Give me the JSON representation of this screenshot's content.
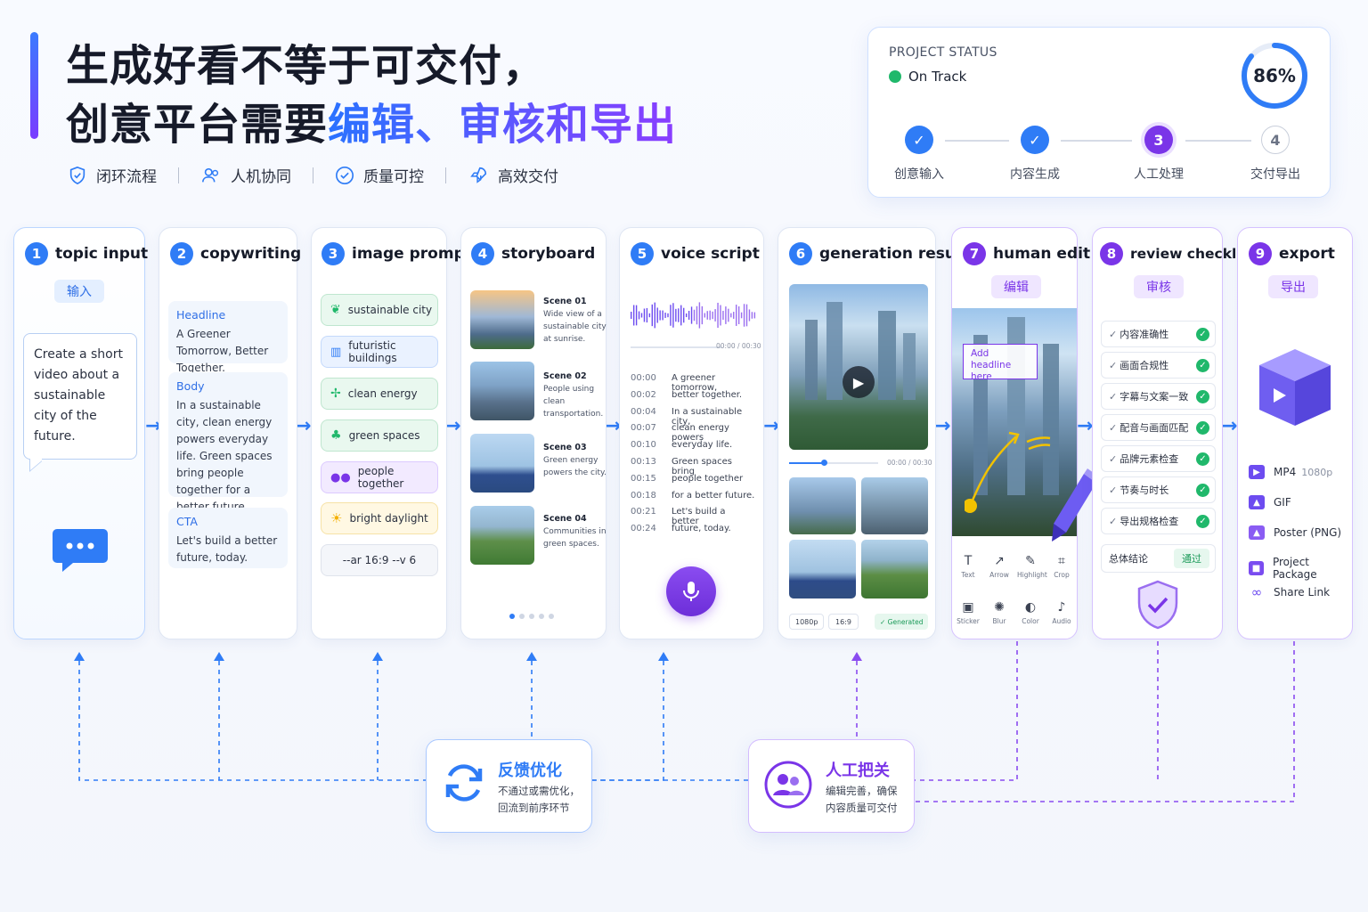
{
  "title": {
    "line1": "生成好看不等于可交付，",
    "line2_plain": "创意平台需要",
    "line2_highlight": "编辑、审核和导出"
  },
  "tags": [
    {
      "label": "闭环流程",
      "icon": "shield-check-icon"
    },
    {
      "label": "人机协同",
      "icon": "users-icon"
    },
    {
      "label": "质量可控",
      "icon": "check-circle-icon"
    },
    {
      "label": "高效交付",
      "icon": "rocket-icon"
    }
  ],
  "status": {
    "label": "PROJECT STATUS",
    "state": "On Track",
    "progress_text": "86%",
    "progress": 0.86,
    "steps": [
      {
        "num": "1",
        "label": "创意输入",
        "state": "done"
      },
      {
        "num": "2",
        "label": "内容生成",
        "state": "done"
      },
      {
        "num": "3",
        "label": "人工处理",
        "state": "current"
      },
      {
        "num": "4",
        "label": "交付导出",
        "state": "todo"
      }
    ]
  },
  "cards": {
    "topic": {
      "num": "1",
      "title": "topic input",
      "sub": "输入",
      "prompt": "Create a short video about a sustainable city of the future."
    },
    "copy": {
      "num": "2",
      "title": "copywriting",
      "headline_label": "Headline",
      "headline": "A Greener Tomorrow, Better Together.",
      "body_label": "Body",
      "body": "In a sustainable city, clean energy powers everyday life. Green spaces bring people together for a better future.",
      "cta_label": "CTA",
      "cta": "Let's build a better future, today."
    },
    "image": {
      "num": "3",
      "title": "image prompt",
      "pills": [
        "sustainable city",
        "futuristic buildings",
        "clean energy",
        "green spaces",
        "people together",
        "bright daylight"
      ],
      "params": "--ar 16:9 --v 6"
    },
    "story": {
      "num": "4",
      "title": "storyboard",
      "scenes": [
        {
          "title": "Scene 01",
          "desc": "Wide view of a sustainable city at sunrise."
        },
        {
          "title": "Scene 02",
          "desc": "People using clean transportation."
        },
        {
          "title": "Scene 03",
          "desc": "Green energy powers the city."
        },
        {
          "title": "Scene 04",
          "desc": "Communities in green spaces."
        }
      ]
    },
    "voice": {
      "num": "5",
      "title": "voice script",
      "time": "00:00 / 00:30",
      "lines": [
        {
          "t": "00:00",
          "text": "A greener tomorrow,"
        },
        {
          "t": "00:02",
          "text": "better together."
        },
        {
          "t": "00:04",
          "text": "In a sustainable city,"
        },
        {
          "t": "00:07",
          "text": "clean energy powers"
        },
        {
          "t": "00:10",
          "text": "everyday life."
        },
        {
          "t": "00:13",
          "text": "Green spaces bring"
        },
        {
          "t": "00:15",
          "text": "people together"
        },
        {
          "t": "00:18",
          "text": "for a better future."
        },
        {
          "t": "00:21",
          "text": "Let's build a better"
        },
        {
          "t": "00:24",
          "text": "future, today."
        }
      ]
    },
    "gen": {
      "num": "6",
      "title": "generation result",
      "time": "00:00 / 00:30",
      "res": "1080p",
      "ratio": "16:9",
      "status": "✓ Generated"
    },
    "edit": {
      "num": "7",
      "title": "human edit",
      "sub": "编辑",
      "overlay": "Add headline here",
      "tools": [
        "Text",
        "Arrow",
        "Highlight",
        "Crop",
        "Sticker",
        "Blur",
        "Color",
        "Audio"
      ]
    },
    "review": {
      "num": "8",
      "title": "review checklist",
      "sub": "审核",
      "items": [
        "内容准确性",
        "画面合规性",
        "字幕与文案一致",
        "配音与画面匹配",
        "品牌元素检查",
        "节奏与时长",
        "导出规格检查"
      ],
      "summary_label": "总体结论",
      "summary_value": "通过"
    },
    "export": {
      "num": "9",
      "title": "export",
      "sub": "导出",
      "items": [
        {
          "label": "MP4",
          "extra": "1080p",
          "icon": "video-icon"
        },
        {
          "label": "GIF",
          "extra": "",
          "icon": "image-icon"
        },
        {
          "label": "Poster (PNG)",
          "extra": "",
          "icon": "poster-icon"
        },
        {
          "label": "Project Package",
          "extra": "",
          "icon": "folder-icon"
        },
        {
          "label": "Share Link",
          "extra": "",
          "icon": "link-icon"
        }
      ]
    }
  },
  "feedback": {
    "title": "反馈优化",
    "desc1": "不通过或需优化，",
    "desc2": "回流到前序环节"
  },
  "human_gate": {
    "title": "人工把关",
    "desc1": "编辑完善，确保",
    "desc2": "内容质量可交付"
  },
  "colors": {
    "blue": "#2f7cf6",
    "purple": "#7a35e8",
    "green": "#20b86b"
  }
}
